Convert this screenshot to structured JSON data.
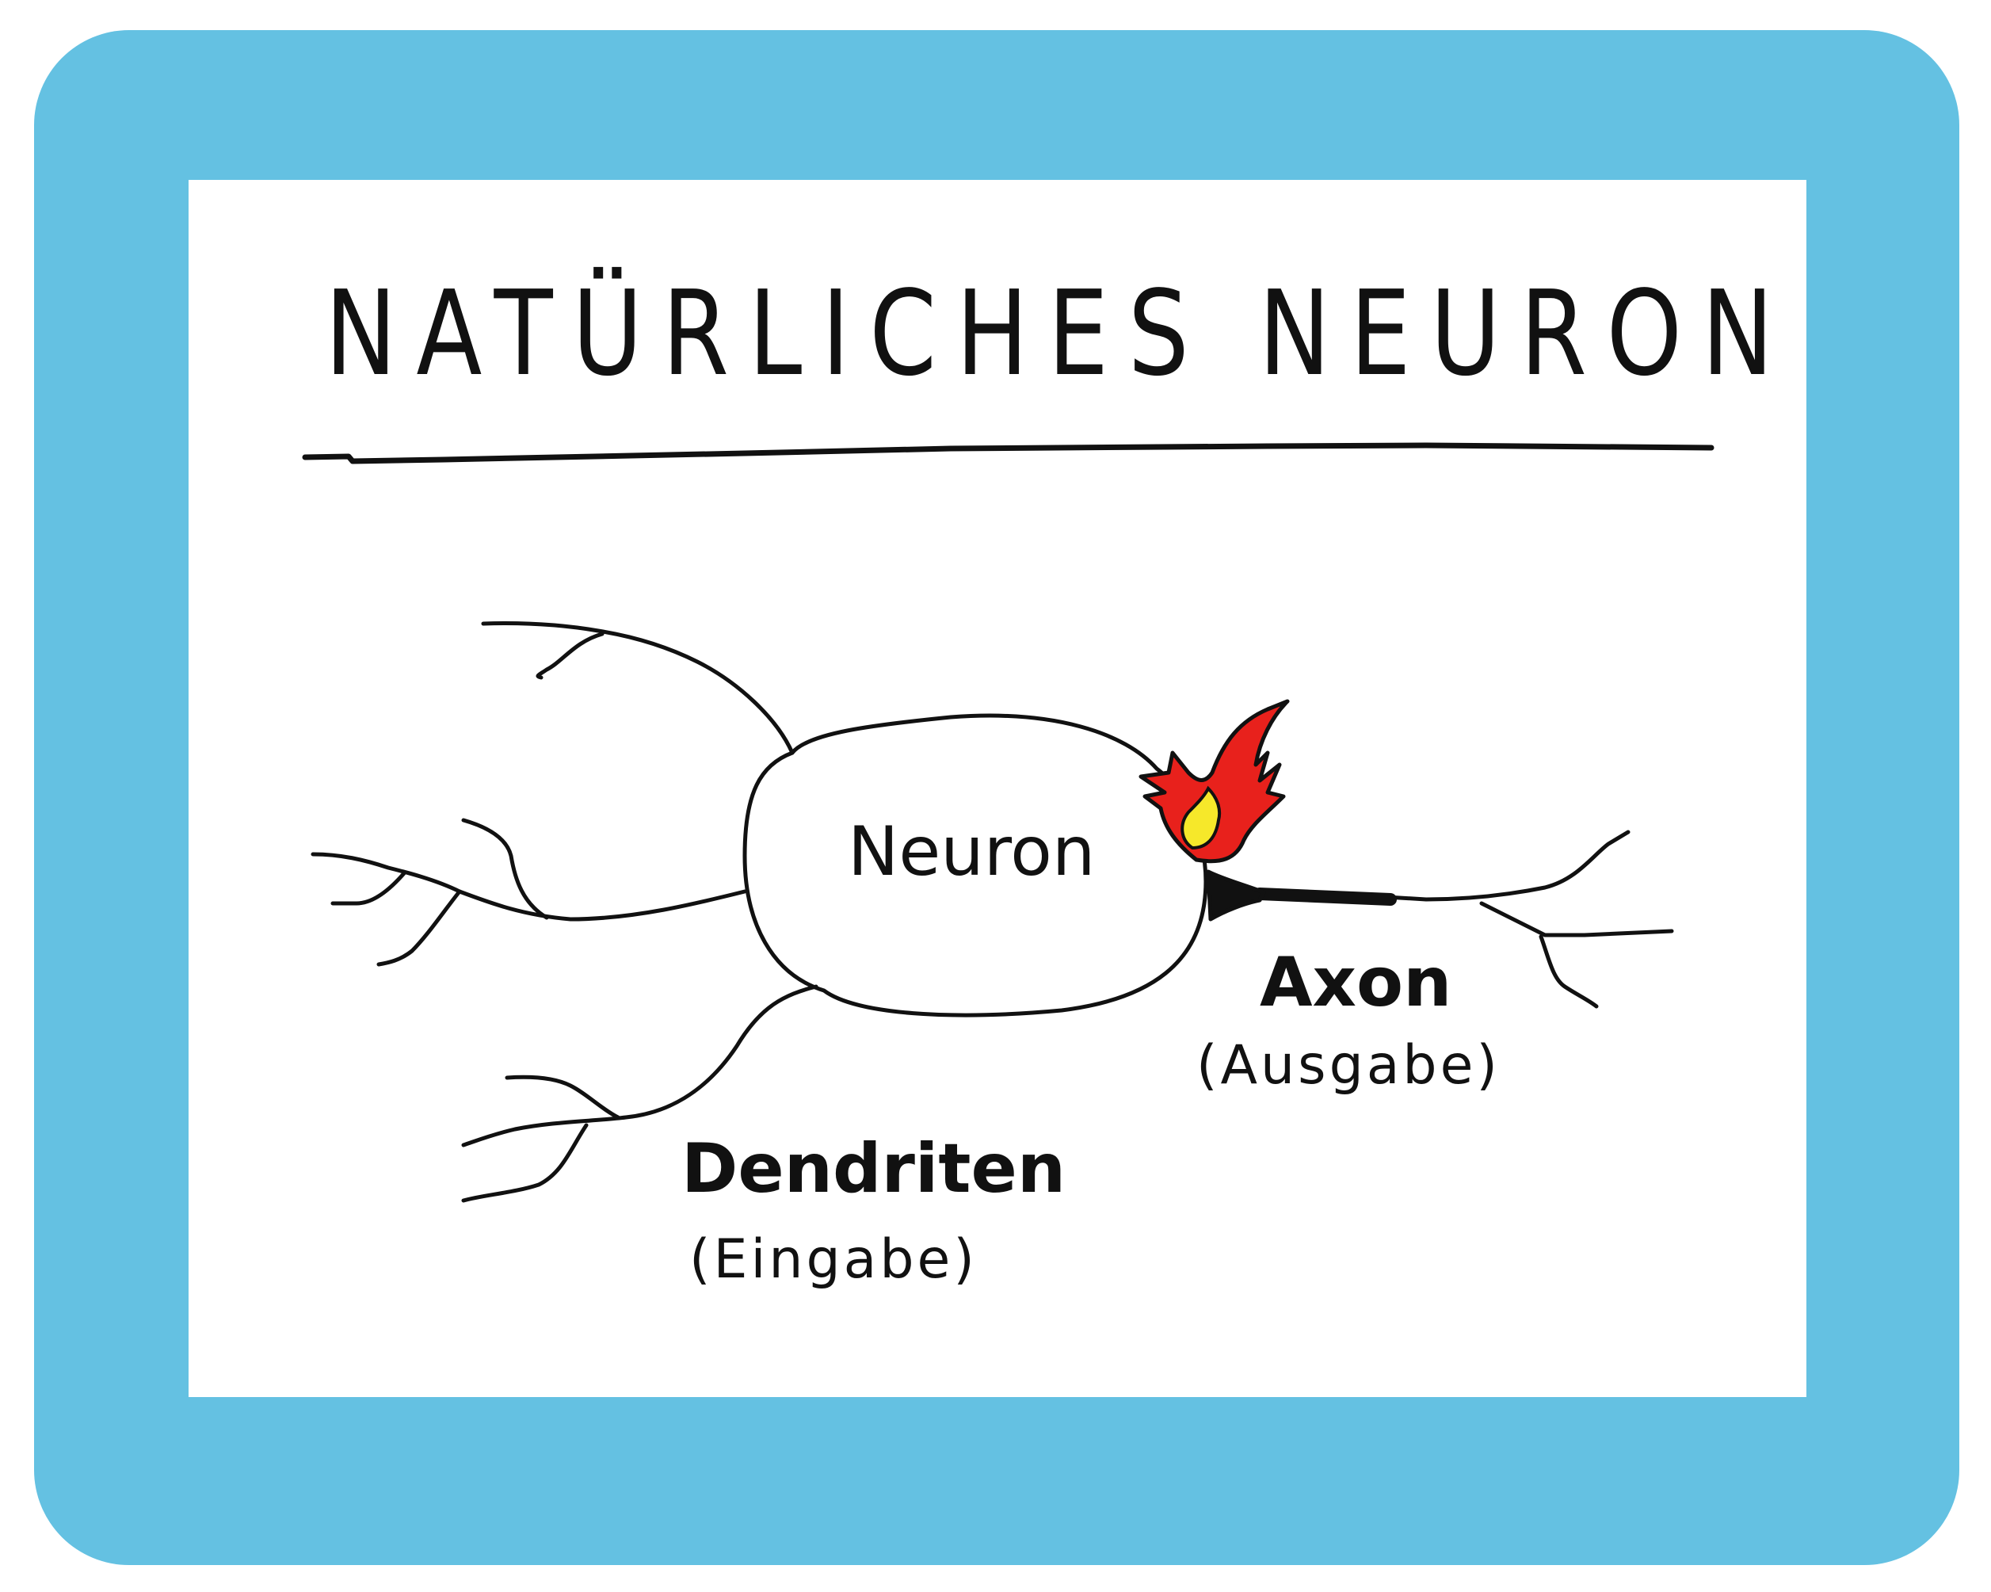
{
  "colors": {
    "frame": "#64c1e2",
    "card": "#ffffff",
    "ink": "#111111",
    "flame_outer": "#e8211c",
    "flame_inner": "#f6e82a"
  },
  "title": "NATÜRLICHES NEURON",
  "labels": {
    "neuron": "Neuron",
    "axon": "Axon",
    "axon_role": "(Ausgabe)",
    "dendrites": "Dendriten",
    "dendrites_role": "(Eingabe)"
  },
  "icons": {
    "flame": "flame-icon"
  }
}
